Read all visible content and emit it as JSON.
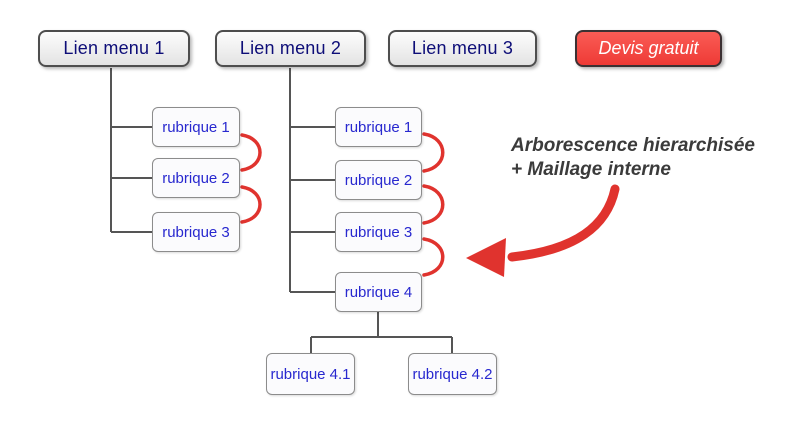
{
  "nav": {
    "menu1_label": "Lien menu 1",
    "menu2_label": "Lien menu 2",
    "menu3_label": "Lien menu 3",
    "cta_label": "Devis gratuit"
  },
  "tree": {
    "menu1_rubriques": [
      "rubrique 1",
      "rubrique 2",
      "rubrique 3"
    ],
    "menu2_rubriques": [
      "rubrique 1",
      "rubrique 2",
      "rubrique 3",
      "rubrique 4"
    ],
    "menu2_sub_rubriques": [
      "rubrique 4.1",
      "rubrique 4.2"
    ]
  },
  "annotation": {
    "line1": "Arborescence hierarchisée",
    "line2": "+ Maillage interne"
  },
  "colors": {
    "accent_red": "#e0332e",
    "node_text_blue": "#2828cf",
    "menu_text_navy": "#0e0e78",
    "connector_gray": "#555555",
    "cta_red": "#ee3a36"
  }
}
